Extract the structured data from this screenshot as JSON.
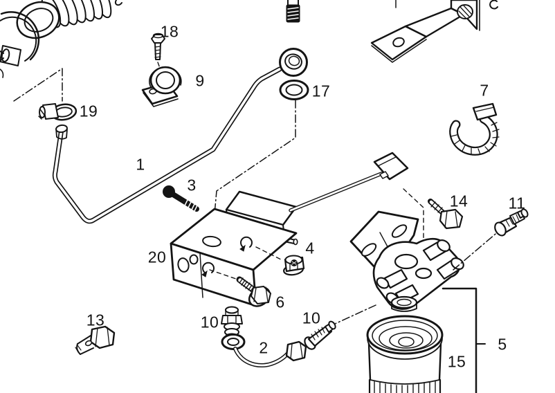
{
  "diagram": {
    "background_color": "#ffffff",
    "line_color": "#141414",
    "callouts": {
      "n1": "1",
      "n2": "2",
      "n3": "3",
      "n4": "4",
      "n5": "5",
      "n6": "6",
      "n7": "7",
      "n9": "9",
      "n10_left": "10",
      "n10_right": "10",
      "n11": "11",
      "n13": "13",
      "n14": "14",
      "n15": "15",
      "n17": "17",
      "n18": "18",
      "n19": "19",
      "n20": "20"
    }
  }
}
